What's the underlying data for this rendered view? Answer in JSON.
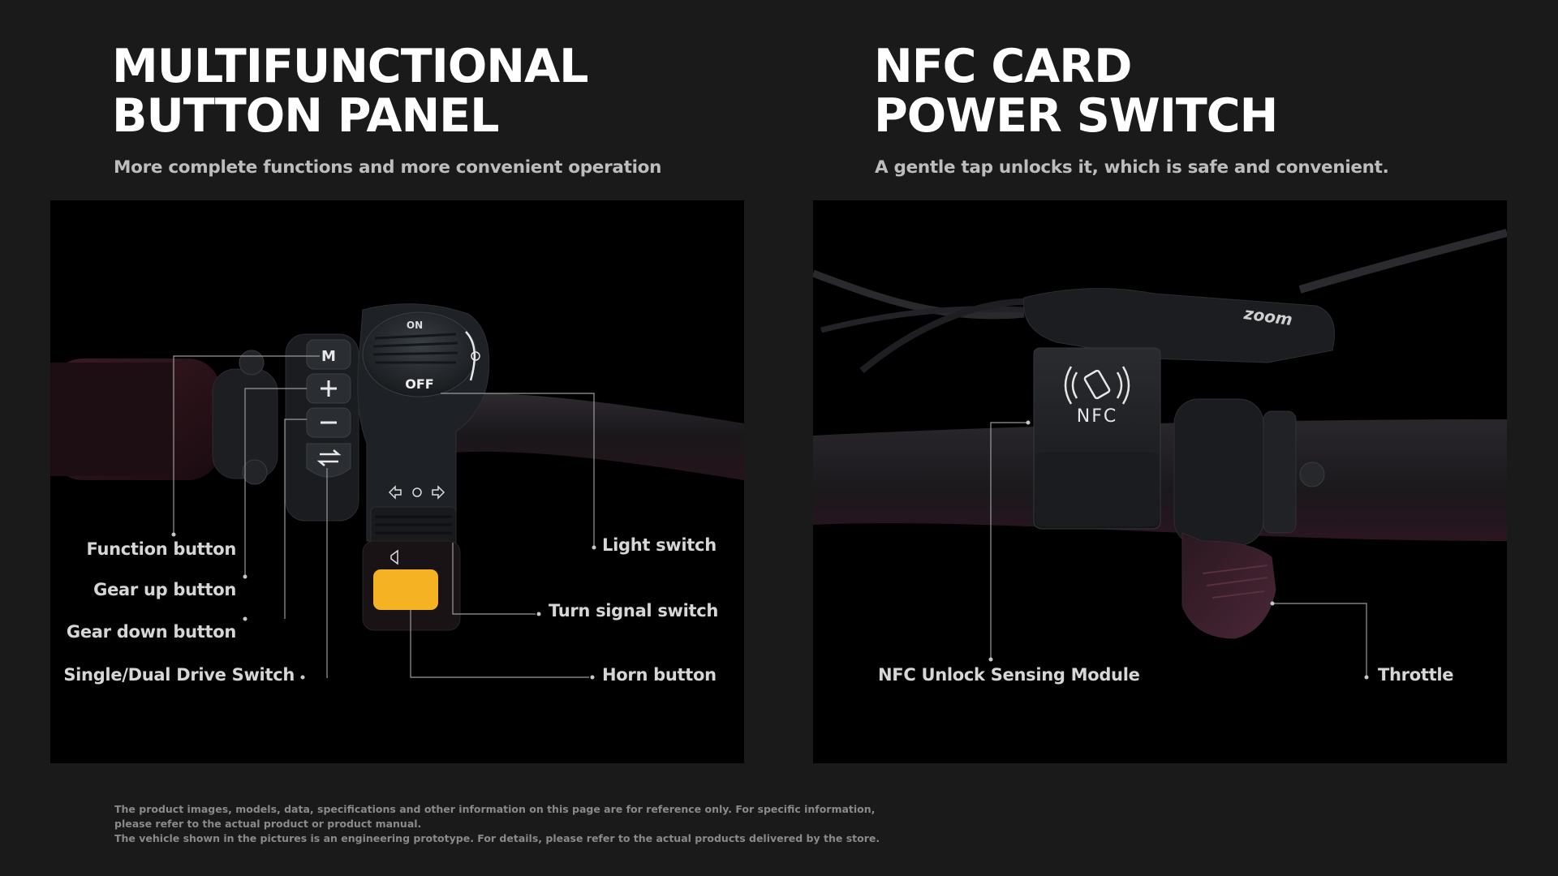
{
  "left_section": {
    "title_line1": "MULTIFUNCTIONAL",
    "title_line2": "BUTTON PANEL",
    "subtitle": "More complete functions and more convenient operation",
    "device_labels": {
      "mode": "M",
      "on": "ON",
      "off": "OFF"
    },
    "callouts": {
      "function_button": "Function button",
      "gear_up_button": "Gear up button",
      "gear_down_button": "Gear down button",
      "drive_switch": "Single/Dual Drive Switch",
      "light_switch": "Light switch",
      "turn_signal_switch": "Turn signal switch",
      "horn_button": "Horn button"
    },
    "colors": {
      "horn": "#f5b324",
      "housing": "#1e2226"
    }
  },
  "right_section": {
    "title_line1": "NFC CARD",
    "title_line2": "POWER SWITCH",
    "subtitle": "A gentle tap unlocks it, which is safe and convenient.",
    "device_labels": {
      "nfc": "NFC",
      "brand": "zoom"
    },
    "callouts": {
      "nfc_module": "NFC Unlock Sensing Module",
      "throttle": "Throttle"
    }
  },
  "disclaimer": {
    "line1": "The product images, models, data, specifications and other information on this page are for reference only. For specific information, please refer to the actual product or product manual.",
    "line2": "The vehicle shown in the pictures is an engineering prototype. For details, please refer to the actual products delivered by the store."
  }
}
